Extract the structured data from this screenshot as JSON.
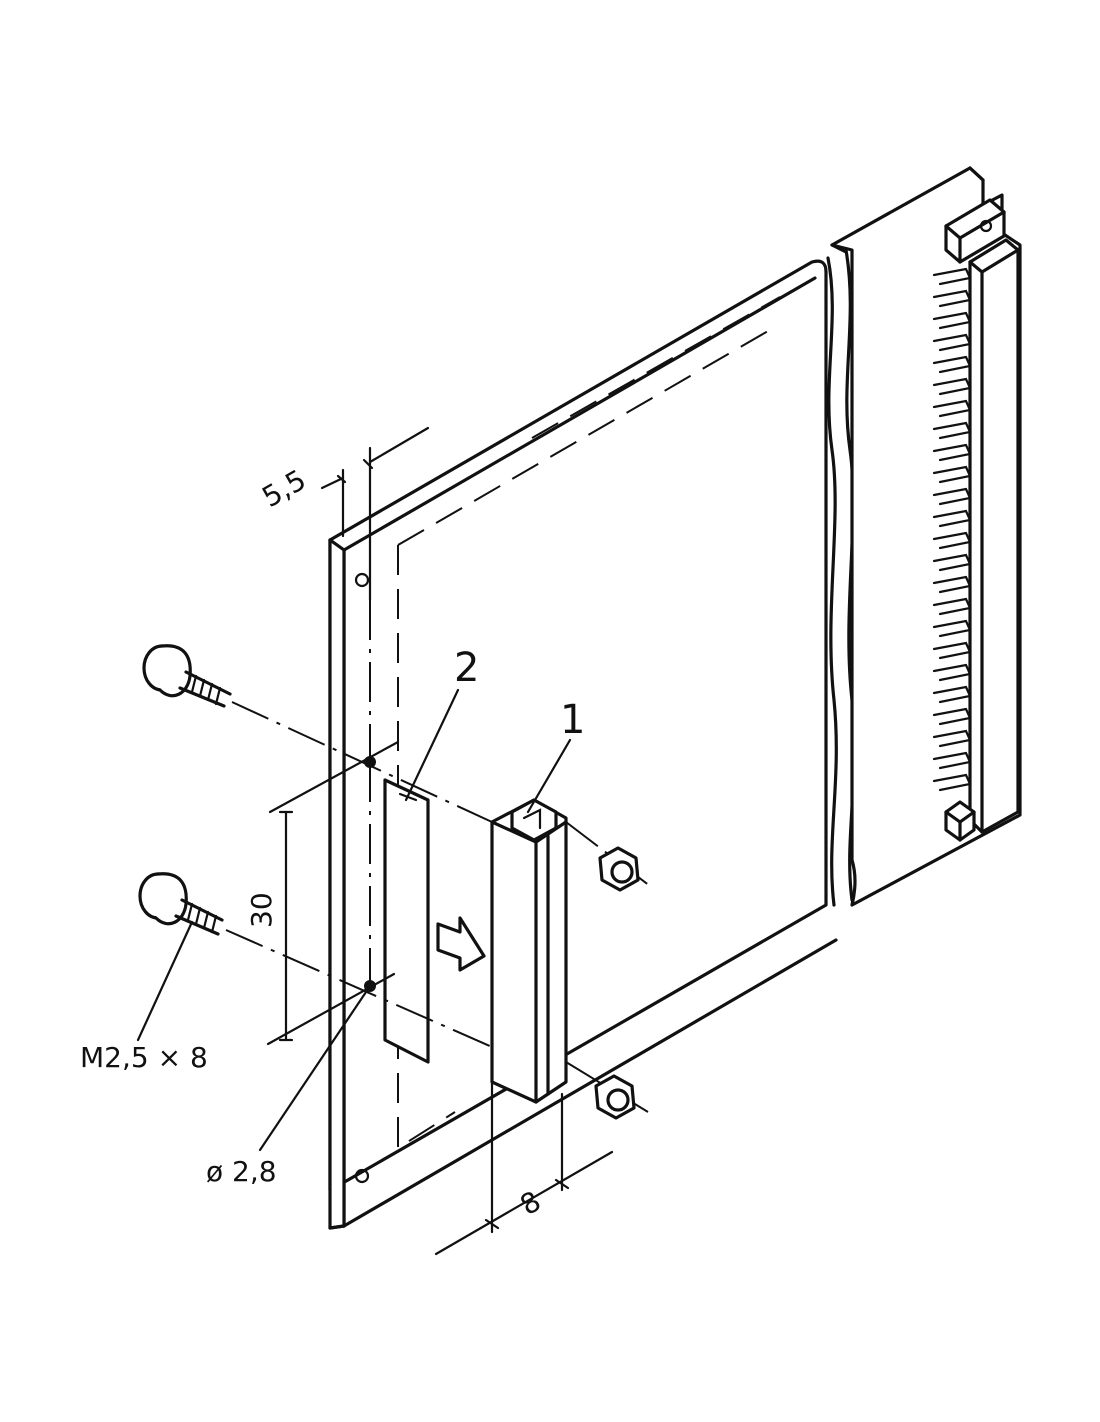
{
  "labels": {
    "part_1": "1",
    "part_2": "2",
    "dim_5_5": "5,5",
    "dim_30": "30",
    "dim_8": "8",
    "screw": "M2,5 × 8",
    "hole": "ø 2,8"
  },
  "colors": {
    "ink": "#111111",
    "paper": "#ffffff"
  }
}
